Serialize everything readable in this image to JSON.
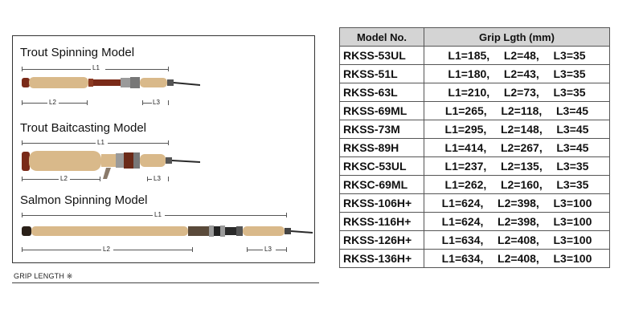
{
  "diagram": {
    "models": [
      {
        "title": "Trout Spinning Model",
        "l1": "L1",
        "l2": "L2",
        "l3": "L3"
      },
      {
        "title": "Trout Baitcasting Model",
        "l1": "L1",
        "l2": "L2",
        "l3": "L3"
      },
      {
        "title": "Salmon Spinning Model",
        "l1": "L1",
        "l2": "L2",
        "l3": "L3"
      }
    ],
    "footer": "GRIP LENGTH ※"
  },
  "table": {
    "headers": {
      "model": "Model No.",
      "grip": "Grip Lgth (mm)"
    },
    "rows": [
      {
        "model": "RKSS-53UL",
        "grip": "L1=185,   L2=48,   L3=35"
      },
      {
        "model": "RKSS-51L",
        "grip": "L1=180,   L2=43,   L3=35"
      },
      {
        "model": "RKSS-63L",
        "grip": "L1=210,   L2=73,   L3=35"
      },
      {
        "model": "RKSS-69ML",
        "grip": "L1=265,   L2=118,   L3=45"
      },
      {
        "model": "RKSS-73M",
        "grip": "L1=295,   L2=148,   L3=45"
      },
      {
        "model": "RKSS-89H",
        "grip": "L1=414,   L2=267,   L3=45"
      },
      {
        "model": "RKSC-53UL",
        "grip": "L1=237,   L2=135,   L3=35"
      },
      {
        "model": "RKSC-69ML",
        "grip": "L1=262,   L2=160,   L3=35"
      },
      {
        "model": "RKSS-106H+",
        "grip": "L1=624,   L2=398,   L3=100"
      },
      {
        "model": "RKSS-116H+",
        "grip": "L1=624,   L2=398,   L3=100"
      },
      {
        "model": "RKSS-126H+",
        "grip": "L1=634,   L2=408,   L3=100"
      },
      {
        "model": "RKSS-136H+",
        "grip": "L1=634,   L2=408,   L3=100"
      }
    ]
  },
  "colors": {
    "cork": "#d9b98a",
    "wood": "#8c3a22",
    "metal": "#9a9a9a",
    "blank": "#2a2a2a",
    "header_bg": "#d4d4d4"
  }
}
